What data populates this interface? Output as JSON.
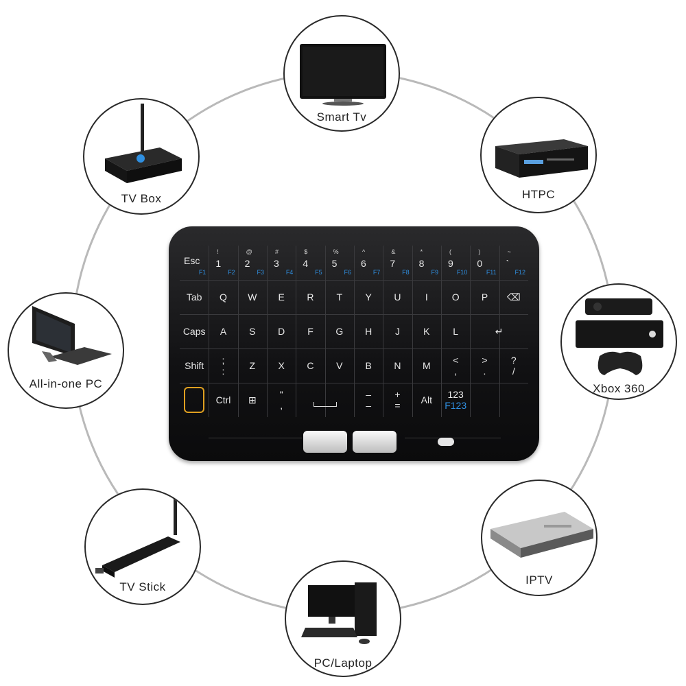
{
  "devices": [
    {
      "label": "Smart Tv",
      "icon": "smart-tv-icon"
    },
    {
      "label": "HTPC",
      "icon": "htpc-icon"
    },
    {
      "label": "Xbox 360",
      "icon": "xbox-icon"
    },
    {
      "label": "IPTV",
      "icon": "iptv-icon"
    },
    {
      "label": "PC/Laptop",
      "icon": "pc-icon"
    },
    {
      "label": "TV Stick",
      "icon": "tv-stick-icon"
    },
    {
      "label": "All-in-one PC",
      "icon": "all-in-one-pc-icon"
    },
    {
      "label": "TV Box",
      "icon": "tv-box-icon"
    }
  ],
  "keyboard": {
    "row1": [
      {
        "main": "Esc",
        "fn": "F1"
      },
      {
        "top": "!",
        "num": "1",
        "fn": "F2"
      },
      {
        "top": "@",
        "num": "2",
        "fn": "F3"
      },
      {
        "top": "#",
        "num": "3",
        "fn": "F4"
      },
      {
        "top": "$",
        "num": "4",
        "fn": "F5"
      },
      {
        "top": "%",
        "num": "5",
        "fn": "F6"
      },
      {
        "top": "^",
        "num": "6",
        "fn": "F7"
      },
      {
        "top": "&",
        "num": "7",
        "fn": "F8"
      },
      {
        "top": "*",
        "num": "8",
        "fn": "F9"
      },
      {
        "top": "(",
        "num": "9",
        "fn": "F10"
      },
      {
        "top": ")",
        "num": "0",
        "fn": "F11"
      },
      {
        "top": "~",
        "num": "`",
        "fn": "F12"
      }
    ],
    "row2": [
      "Tab",
      "Q",
      "W",
      "E",
      "R",
      "T",
      "Y",
      "U",
      "I",
      "O",
      "P",
      "⌫"
    ],
    "row3": [
      "Caps",
      "A",
      "S",
      "D",
      "F",
      "G",
      "H",
      "J",
      "K",
      "L",
      "↵"
    ],
    "row4": [
      "Shift",
      ";",
      "Z",
      "X",
      "C",
      "V",
      "B",
      "N",
      "M",
      "<",
      ">",
      "?"
    ],
    "row4_sub": [
      "",
      ":",
      "",
      "",
      "",
      "",
      "",
      "",
      "",
      ",",
      ".",
      "/"
    ],
    "row5": [
      "",
      "Ctrl",
      "⊞",
      "\"",
      "",
      "–",
      "+",
      "Alt",
      "123"
    ],
    "row5_sub": [
      "",
      "",
      "",
      ",",
      "",
      "–",
      "=",
      "",
      "F123"
    ],
    "accent": "#e0a020",
    "fn_color": "#2f8fe0"
  }
}
